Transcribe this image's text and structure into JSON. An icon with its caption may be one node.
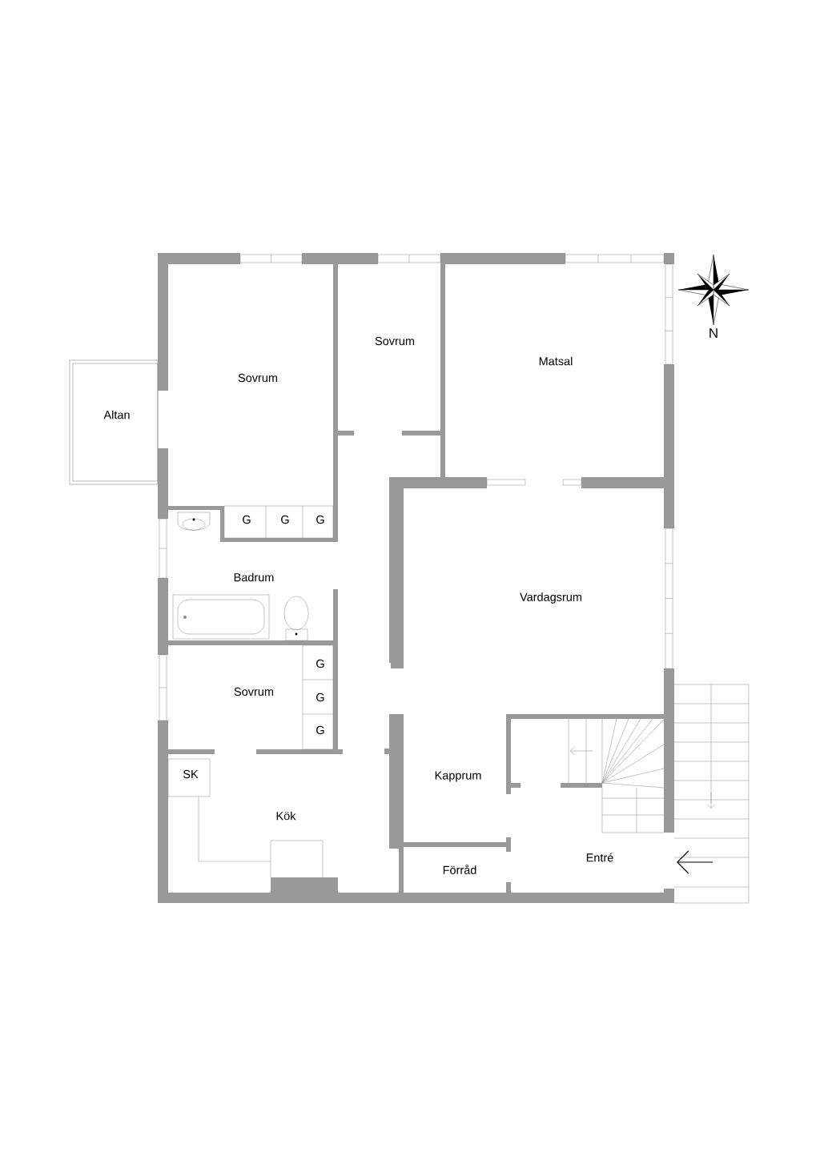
{
  "diagram": {
    "labels": [
      "Sovrum",
      "N",
      "Sovrum",
      "Matsal",
      "Altan",
      "G",
      "G",
      "G",
      "Badrum",
      "Vardagsrum",
      "G",
      "Sovrum",
      "G",
      "G",
      "SK",
      "Kapprum",
      "Kök",
      "Entré",
      "Förråd"
    ]
  }
}
